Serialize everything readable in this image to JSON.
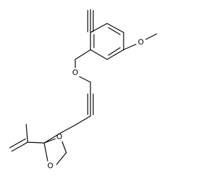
{
  "molecule": {
    "atoms": [
      {
        "id": "o_methoxy",
        "label": "O"
      },
      {
        "id": "o_ether",
        "label": "O"
      },
      {
        "id": "o_dioxolane_upper",
        "label": "O"
      },
      {
        "id": "o_dioxolane_lower",
        "label": "O"
      }
    ]
  }
}
